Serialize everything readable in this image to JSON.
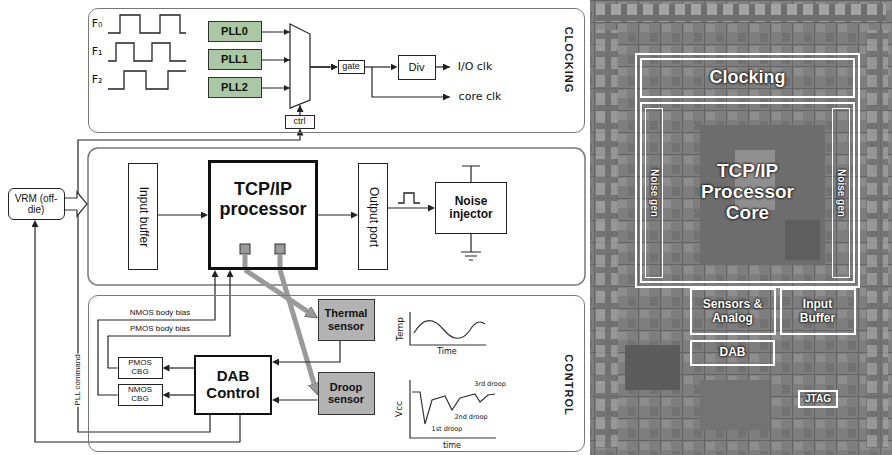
{
  "diagram": {
    "nodes": [
      {
        "text": [
          "CLOCKING"
        ]
      },
      {
        "text": [
          "PLL0"
        ],
        "in": 0
      },
      {
        "text": [
          "PLL1"
        ],
        "in": 0
      },
      {
        "text": [
          "PLL2"
        ],
        "in": 0
      },
      {
        "text": [
          "gate"
        ],
        "in": 0
      },
      {
        "text": [
          "Div"
        ],
        "in": 0
      },
      {
        "text": [
          "ctrl"
        ],
        "in": 0
      },
      {
        "text": [
          "VRM (off-die)"
        ]
      },
      {
        "text": [
          "Input buffer"
        ]
      },
      {
        "text": [
          "TCP/IP processor"
        ]
      },
      {
        "text": [
          "Output port"
        ]
      },
      {
        "text": [
          "Noise injector"
        ]
      },
      {
        "text": [
          "CONTROL"
        ]
      },
      {
        "text": [
          "PMOS CBG"
        ],
        "in": 12
      },
      {
        "text": [
          "NMOS CBG"
        ],
        "in": 12
      },
      {
        "text": [
          "DAB Control"
        ],
        "in": 12
      },
      {
        "text": [
          "Thermal sensor"
        ],
        "in": 12
      },
      {
        "text": [
          "Droop sensor"
        ],
        "in": 12
      },
      {
        "text": [
          "Clocking"
        ]
      },
      {
        "text": [
          "TCP/IP Processor Core"
        ]
      },
      {
        "text": [
          "Noise gen"
        ],
        "in": 19
      },
      {
        "text": [
          "Noise gen"
        ],
        "in": 19
      },
      {
        "text": [
          "Sensors & Analog"
        ]
      },
      {
        "text": [
          "Input Buffer"
        ]
      },
      {
        "text": [
          "DAB"
        ]
      },
      {
        "text": [
          "JTAG"
        ]
      }
    ],
    "edges": [
      {
        "from": 1,
        "to": 4,
        "arrow": "to"
      },
      {
        "from": 2,
        "to": 4,
        "arrow": "to"
      },
      {
        "from": 3,
        "to": 4,
        "arrow": "to"
      },
      {
        "from": 4,
        "to": 5,
        "arrow": "to"
      },
      {
        "from": 8,
        "to": 9,
        "arrow": "to"
      },
      {
        "from": 9,
        "to": 10,
        "arrow": "to"
      },
      {
        "from": 10,
        "to": 11,
        "arrow": "to"
      },
      {
        "from": 9,
        "to": 16,
        "arrow": "to"
      },
      {
        "from": 9,
        "to": 17,
        "arrow": "to"
      },
      {
        "from": 16,
        "to": 15,
        "arrow": "to"
      },
      {
        "from": 17,
        "to": 15,
        "arrow": "to"
      },
      {
        "from": 15,
        "to": 13,
        "arrow": "to"
      },
      {
        "from": 15,
        "to": 14,
        "arrow": "to"
      },
      {
        "from": 13,
        "to": 9,
        "arrow": "to",
        "label": "PMOS body bias"
      },
      {
        "from": 14,
        "to": 9,
        "arrow": "to",
        "label": "NMOS body bias"
      },
      {
        "from": 15,
        "to": 6,
        "arrow": "to",
        "label": "PLL command"
      },
      {
        "from": 15,
        "to": 7,
        "arrow": "to"
      }
    ],
    "labels": [
      "F₀",
      "F₁",
      "F₂",
      "I/O clk",
      "core clk",
      "Temp",
      "Time",
      "Vcc",
      "time",
      "1st droop",
      "2nd droop",
      "3rd droop"
    ]
  }
}
